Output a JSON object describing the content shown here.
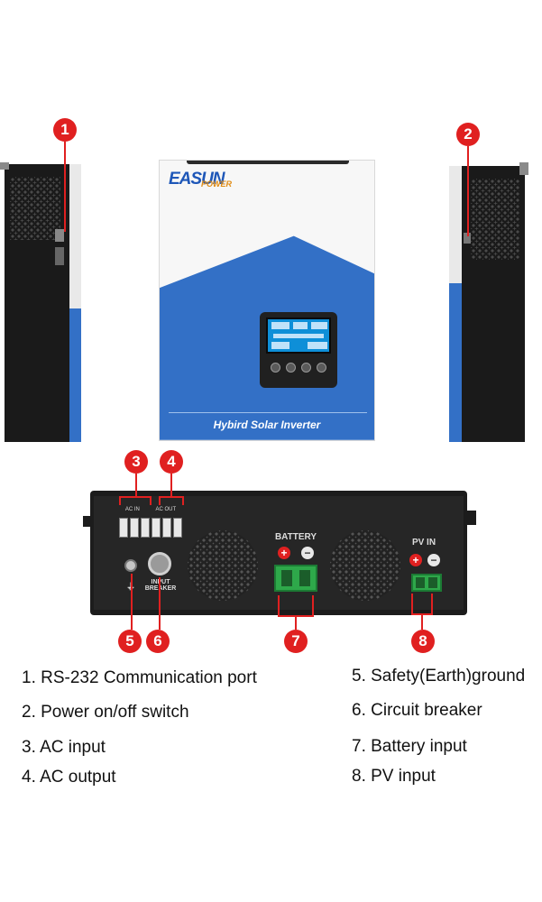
{
  "front": {
    "logo_main": "EASUN",
    "logo_sub": "POWER",
    "caption": "Hybird Solar Inverter"
  },
  "bottom_view": {
    "battery_label": "BATTERY",
    "pv_label": "PV IN",
    "input_breaker_label": "INPUT BREAKER",
    "ac_in_label": "AC IN",
    "ac_out_label": "AC OUT",
    "ground_symbol": "⏚"
  },
  "badges": [
    "1",
    "2",
    "3",
    "4",
    "5",
    "6",
    "7",
    "8"
  ],
  "legend": {
    "item1": "1. RS-232 Communication port",
    "item2": "2. Power on/off switch",
    "item3": "3. AC input",
    "item4": "4. AC output",
    "item5": "5. Safety(Earth)ground",
    "item6": "6. Circuit breaker",
    "item7": "7. Battery input",
    "item8": "8. PV input"
  },
  "colors": {
    "badge_red": "#e02020",
    "panel_blue": "#3370c6",
    "logo_blue": "#1e57b8",
    "connector_green": "#2ea84a"
  }
}
